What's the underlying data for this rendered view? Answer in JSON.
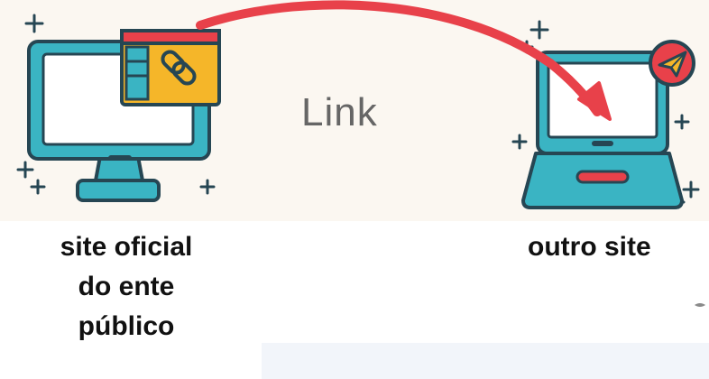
{
  "diagram": {
    "link_label": "Link",
    "source": {
      "caption_lines": [
        "site oficial",
        "do ente",
        "público"
      ],
      "icon": "desktop-monitor-with-link-window-icon"
    },
    "target": {
      "caption": "outro site",
      "icon": "laptop-with-paper-plane-icon"
    },
    "colors": {
      "background": "#fbf7f1",
      "screen_frame": "#3ab4c3",
      "outline": "#264653",
      "window_yellow": "#f5b629",
      "arrow_red": "#e8414a"
    }
  }
}
